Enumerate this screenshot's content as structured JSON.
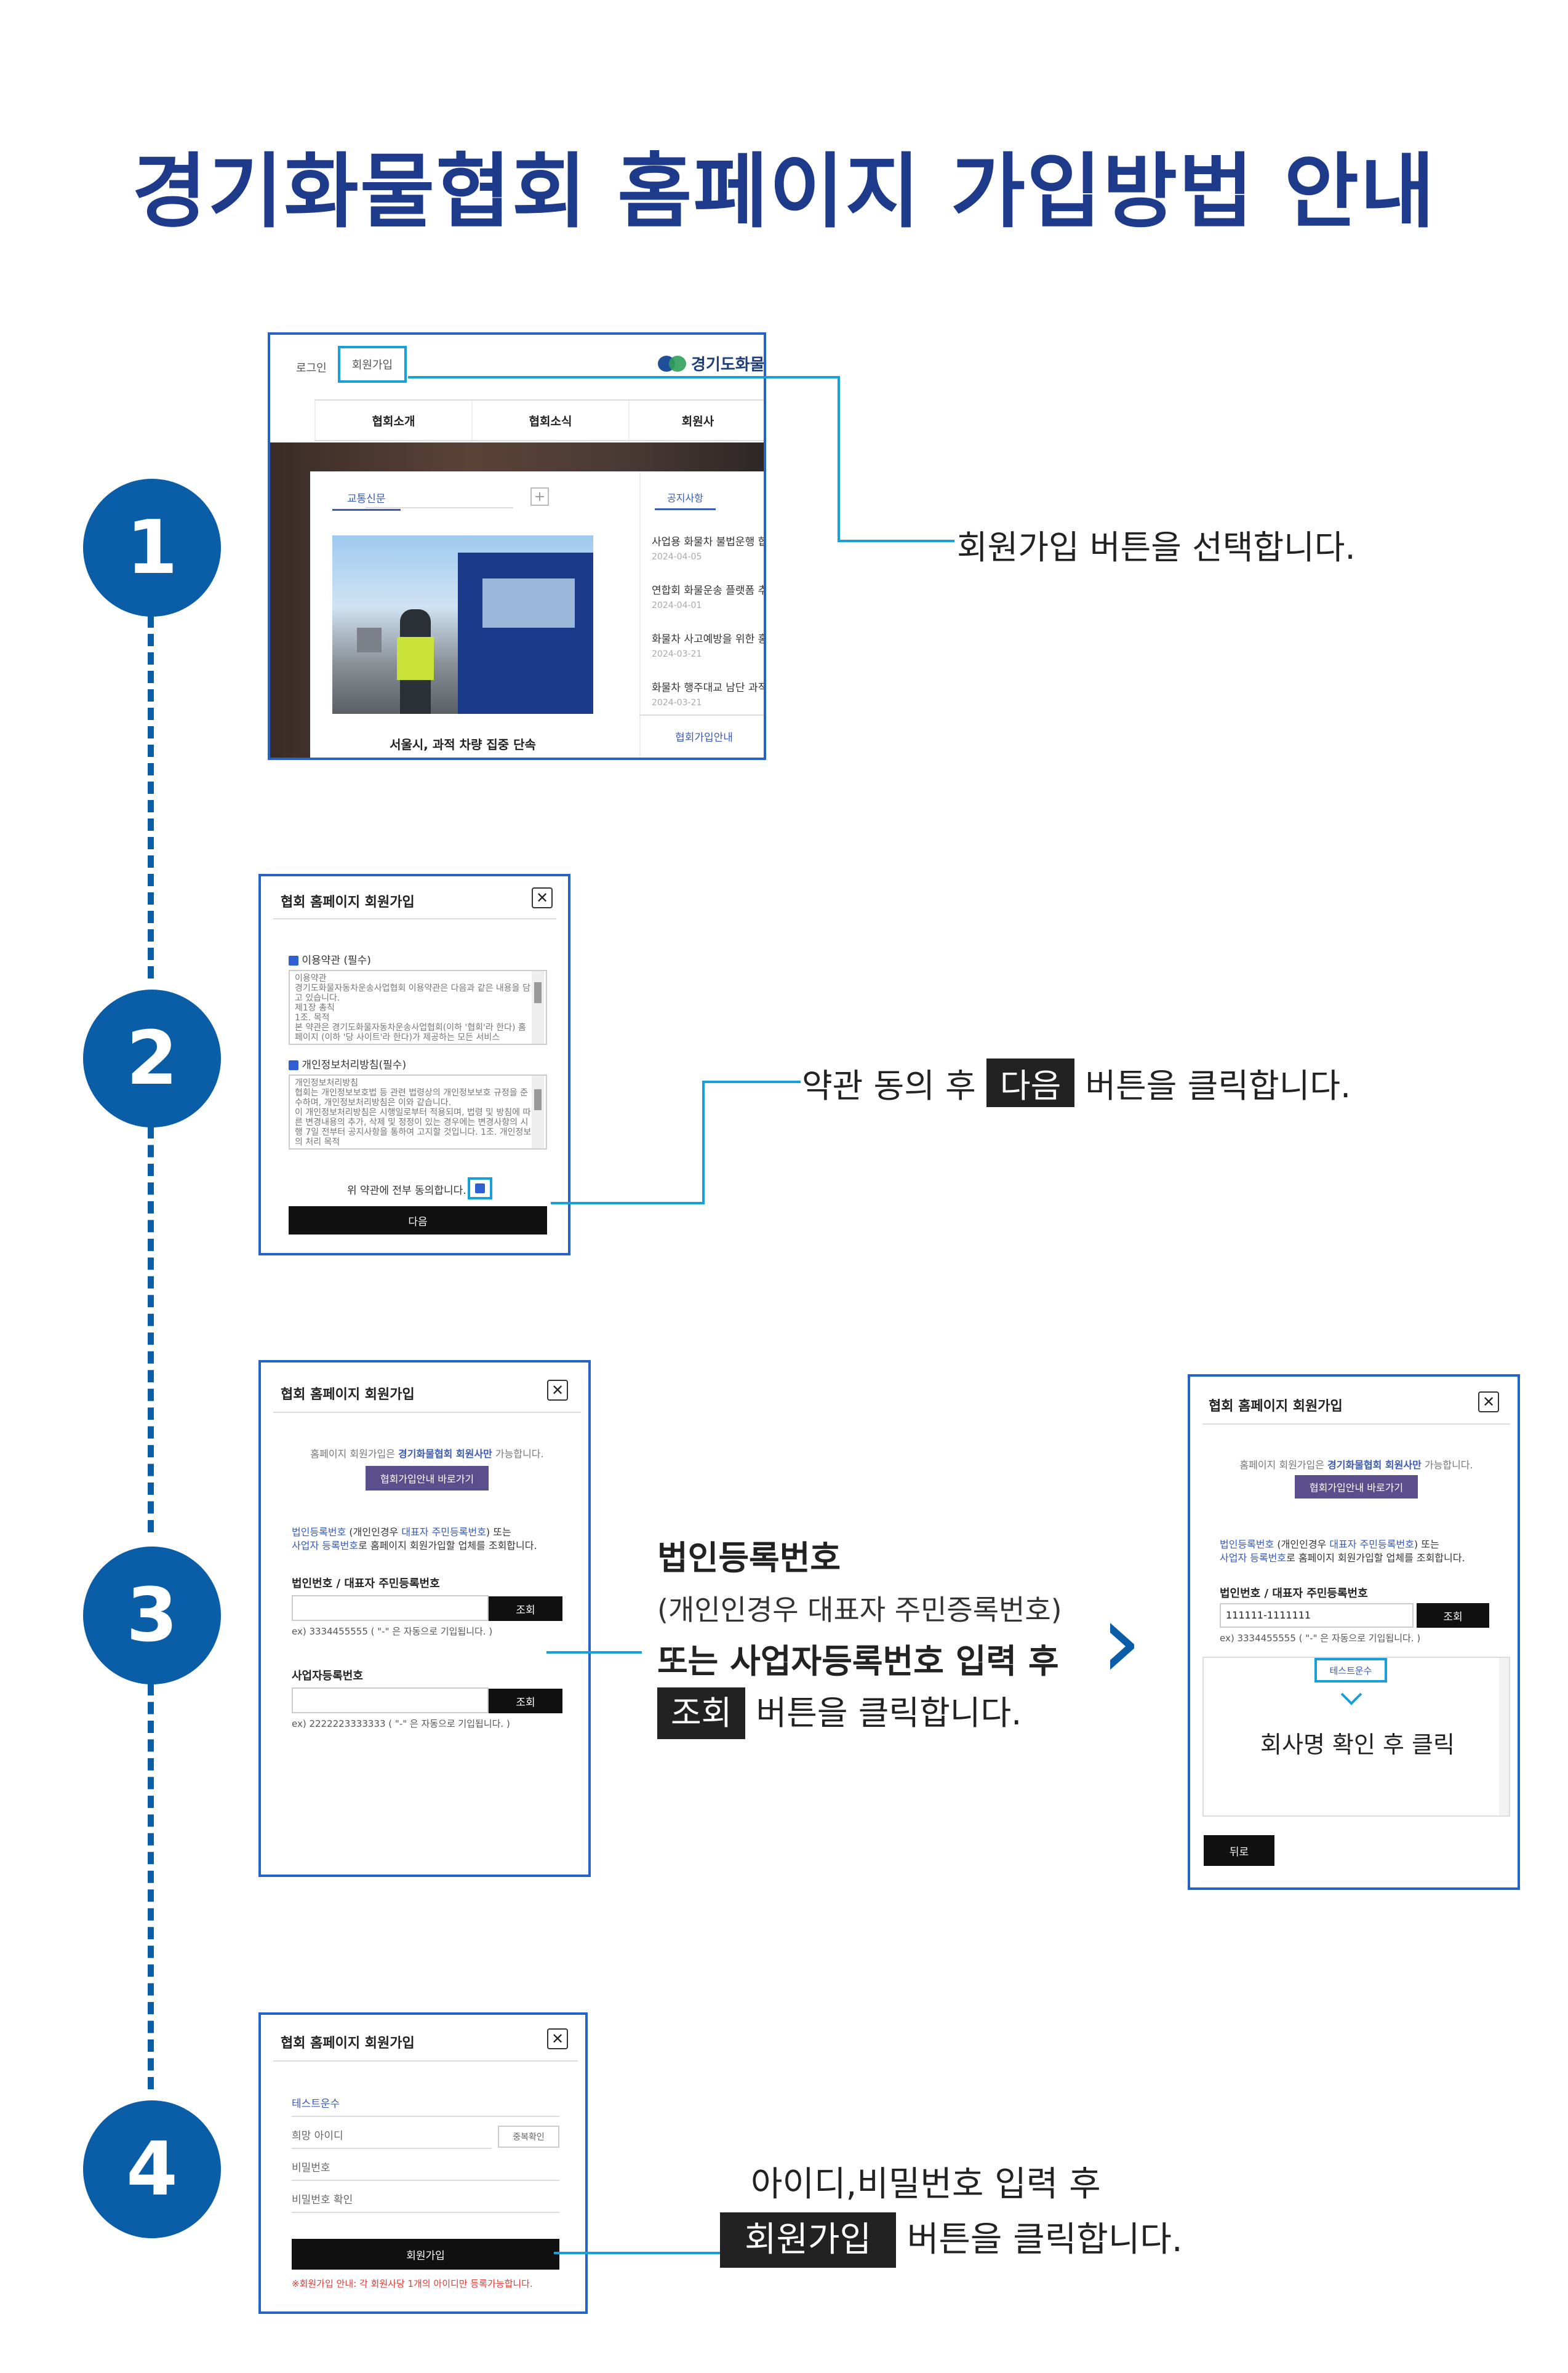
{
  "page_title": "경기화물협회 홈페이지 가입방법 안내",
  "steps": [
    "1",
    "2",
    "3",
    "4"
  ],
  "step1": {
    "login": "로그인",
    "signup": "회원가입",
    "logo_text": "경기도화물",
    "nav": [
      "협회소개",
      "협회소식",
      "회원사"
    ],
    "news_tab": "교통신문",
    "plus": "+",
    "news_caption": "서울시, 과적 차량 집중 단속",
    "notice_tab": "공지사항",
    "notices": [
      {
        "title": "사업용 화물차 불법운행 합",
        "date": "2024-04-05"
      },
      {
        "title": "연합회 화물운송 플랫폼 추",
        "date": "2024-04-01"
      },
      {
        "title": "화물차 사고예방을 위한 홍",
        "date": "2024-03-21"
      },
      {
        "title": "화물차 행주대교 남단 과적",
        "date": "2024-03-21"
      }
    ],
    "join_guide": "협회가입안내",
    "instruction_highlight": "회원가입",
    "instruction_rest": " 버튼을 선택합니다."
  },
  "step2": {
    "dialog_title": "협회 홈페이지 회원가입",
    "close": "✕",
    "terms_label": "이용약관 (필수)",
    "terms_text": "이용약관\n경기도화물자동차운송사업협회 이용약관은 다음과 같은 내용을 담고 있습니다.\n제1장 총칙\n1조. 목적\n본 약관은 경기도화물자동차운송사업협회(이하 '협회'라 한다) 홈페이지 (이하 '당 사이트'라 한다)가 제공하는 모든 서비스",
    "privacy_label": "개인정보처리방침(필수)",
    "privacy_text": "개인정보처리방침\n협회는 개인정보보호법 등 관련 법령상의 개인정보보호 규정을 준수하며, 개인정보처리방침은 이와 같습니다.\n이 개인정보처리방침은 시행일로부터 적용되며, 법령 및 방침에 따른 변경내용의 추가, 삭제 및 정정이 있는 경우에는 변경사항의 시행 7일 전부터 공지사항을 통하여 고지할 것입니다. 1조. 개인정보의 처리 목적",
    "agree_all": "위 약관에 전부 동의합니다.",
    "next_button": "다음",
    "instruction_pre": "약관 동의 후 ",
    "instruction_highlight": "다음",
    "instruction_rest": " 버튼을 클릭합니다."
  },
  "step3": {
    "dialog_title": "협회 홈페이지 회원가입",
    "close": "✕",
    "info_pre": "홈페이지 회원가입은 ",
    "info_strong": "경기화물협회 회원사만",
    "info_post": " 가능합니다.",
    "guide_button": "협회가입안내 바로가기",
    "desc_line1_a": "법인등록번호",
    "desc_line1_b": " (개인인경우 ",
    "desc_line1_c": "대표자 주민등록번호",
    "desc_line1_d": ") 또는",
    "desc_line2_a": "사업자 등록번호",
    "desc_line2_b": "로 홈페이지 회원가입할 업체를 조회합니다.",
    "corp_label": "법인번호 / 대표자 주민등록번호",
    "corp_placeholder": "",
    "search_button": "조회",
    "corp_example": "ex) 3334455555 ( \"-\" 은 자동으로 기입됩니다. )",
    "biz_label": "사업자등록번호",
    "biz_example": "ex) 2222223333333 ( \"-\" 은 자동으로 기입됩니다. )",
    "instruction_line1": "법인등록번호",
    "instruction_line2": "(개인인경우 대표자 주민증록번호)",
    "instruction_line3": "또는 사업자등록번호 입력 후",
    "instruction_highlight": "조회",
    "instruction_rest": " 버튼을 클릭합니다.",
    "arrow": "›",
    "result": {
      "dialog_title": "협회 홈페이지 회원가입",
      "close": "✕",
      "corp_value": "111111-1111111",
      "company_name": "테스트운수",
      "caption": "회사명 확인 후 클릭",
      "back_button": "뒤로"
    }
  },
  "step4": {
    "dialog_title": "협회 홈페이지 회원가입",
    "close": "✕",
    "company": "테스트운수",
    "id_placeholder": "희망 아이디",
    "dup_check": "중복확인",
    "pw_placeholder": "비밀번호",
    "pw_confirm_placeholder": "비밀번호 확인",
    "join_button": "회원가입",
    "notice": "※회원가입 안내: 각 회원사당 1개의 아이디만 등록가능합니다.",
    "instruction_line1": "아이디,비밀번호 입력 후",
    "instruction_highlight": "회원가입",
    "instruction_rest": " 버튼을 클릭합니다."
  },
  "colors": {
    "title": "#1e3a8a",
    "circle": "#0a5ea8",
    "connector": "#1aa0d8",
    "frame": "#2563c9"
  }
}
